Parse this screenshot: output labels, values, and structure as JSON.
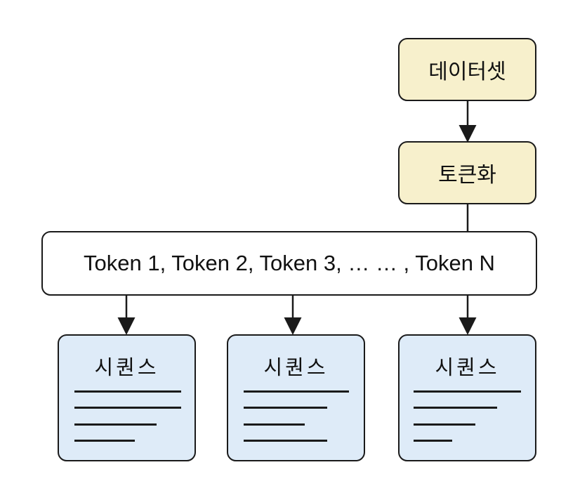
{
  "nodes": {
    "dataset": {
      "label": "데이터셋"
    },
    "tokenize": {
      "label": "토큰화"
    },
    "tokens": {
      "label": "Token 1, Token 2, Token 3, … … , Token N"
    },
    "sequences": [
      {
        "label": "시퀀스"
      },
      {
        "label": "시퀀스"
      },
      {
        "label": "시퀀스"
      }
    ]
  },
  "colors": {
    "process_fill": "#f7f0cc",
    "sequence_fill": "#deebf8",
    "token_fill": "#ffffff",
    "stroke": "#1a1a1a"
  }
}
